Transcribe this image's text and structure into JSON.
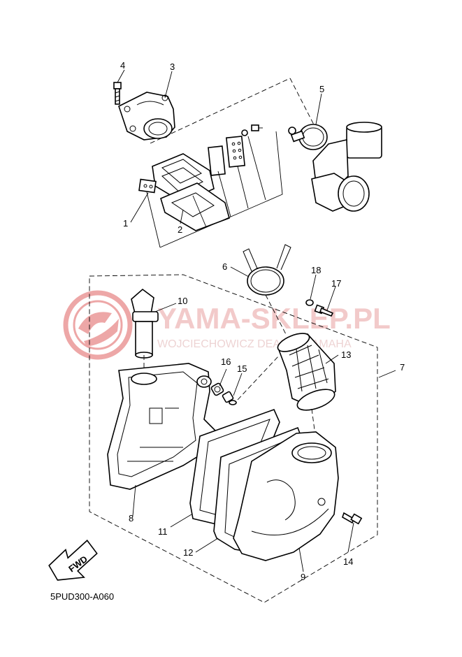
{
  "diagram": {
    "code": "5PUD300-A060",
    "fwd_label": "FWD",
    "watermark": {
      "title": "YAMA-SKLEP.PL",
      "subtitle": "WOJCIECHOWICZ DEALER YAMAHA",
      "color": "#e06060"
    },
    "callouts": {
      "p1": "1",
      "p2": "2",
      "p3": "3",
      "p4": "4",
      "p5": "5",
      "p6": "6",
      "p7": "7",
      "p8": "8",
      "p9": "9",
      "p10": "10",
      "p11": "11",
      "p12": "12",
      "p13": "13",
      "p14": "14",
      "p15": "15",
      "p16": "16",
      "p17": "17",
      "p18": "18"
    }
  }
}
